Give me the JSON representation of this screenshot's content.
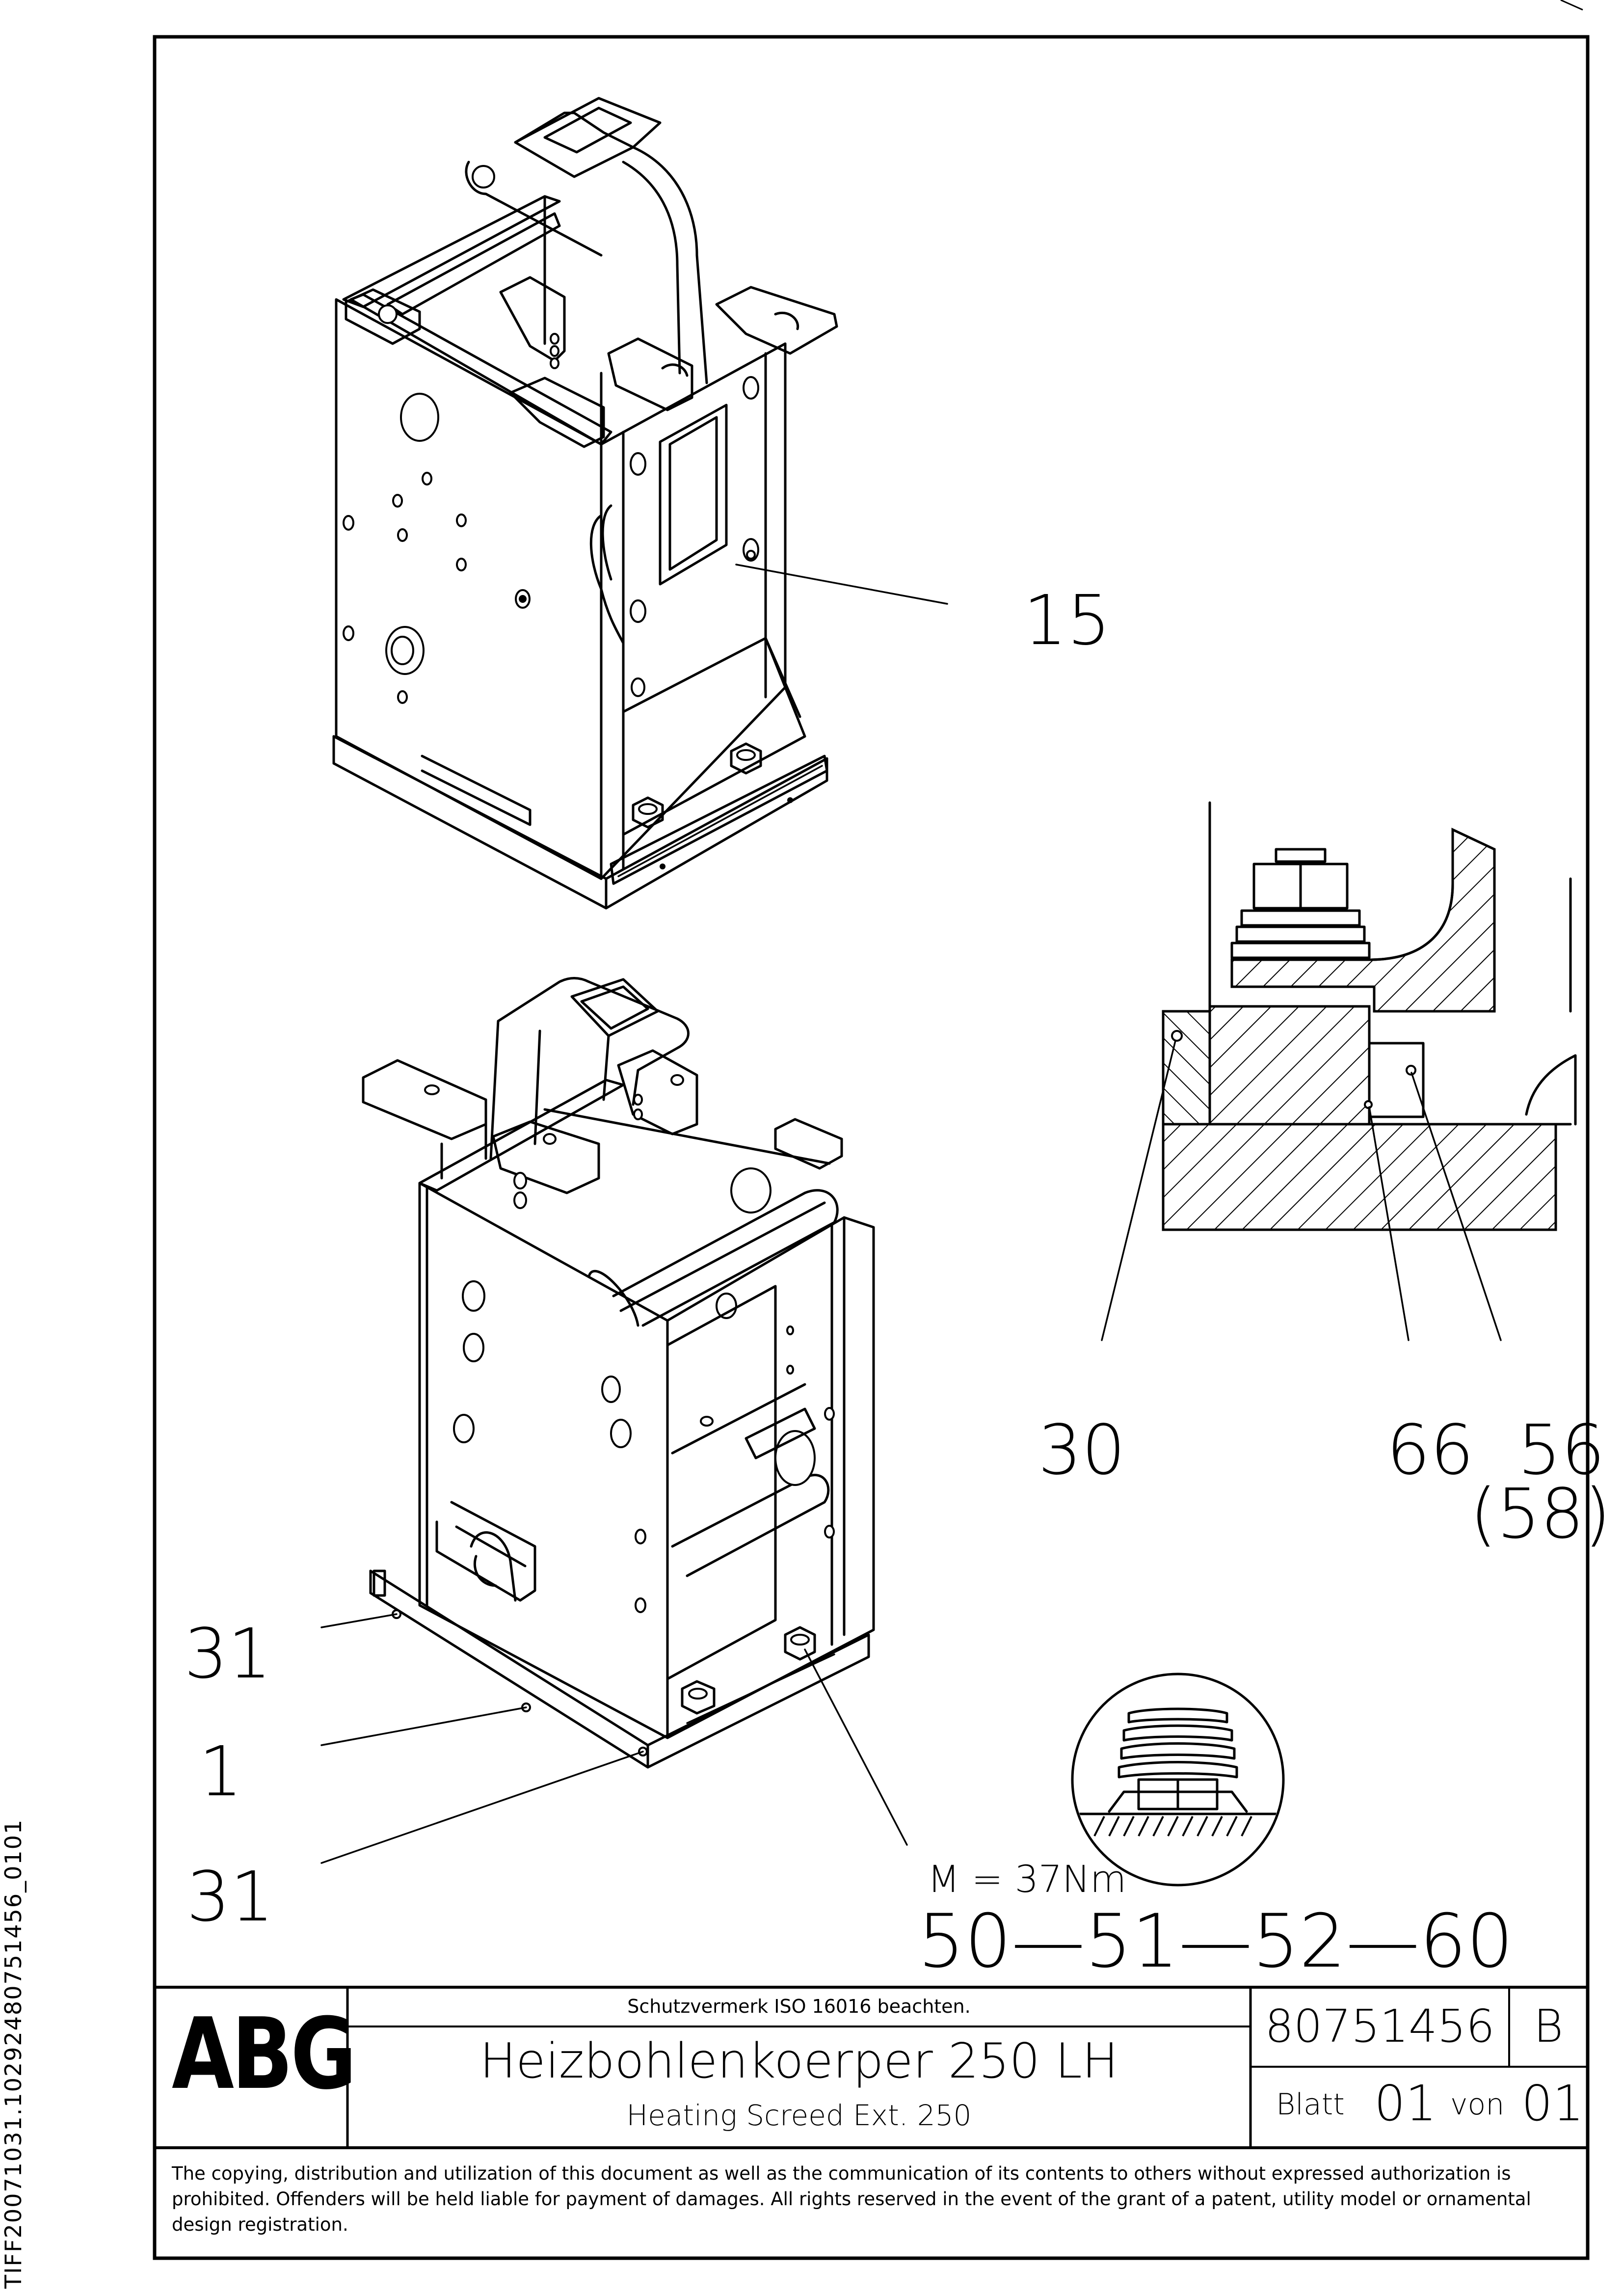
{
  "callouts": {
    "c15": "15",
    "c30": "30",
    "c66_56": "66  56",
    "c58": "(58)",
    "c31_top": "31",
    "c1": "1",
    "c31_bottom": "31",
    "torque": "M = 37Nm",
    "bolt_group": "50—51—52—60"
  },
  "title_block": {
    "logo": "ABG",
    "protection_note": "Schutzvermerk ISO 16016 beachten.",
    "title_de": "Heizbohlenkoerper 250 LH",
    "title_en": "Heating Screed Ext. 250",
    "drawing_number": "80751456",
    "revision": "B",
    "sheet_label": "Blatt",
    "sheet_number": "01",
    "of_label": "von",
    "sheet_total": "01"
  },
  "copyright_text": "The copying, distribution and utilization of this document as well as the communication of its contents to others without expressed authorization is prohibited. Offenders will be held liable for payment of damages. All rights reserved in the event of the grant of a patent, utility model or ornamental design registration.",
  "sidebar_id": "TIFF20071031.10292480751456_0101"
}
